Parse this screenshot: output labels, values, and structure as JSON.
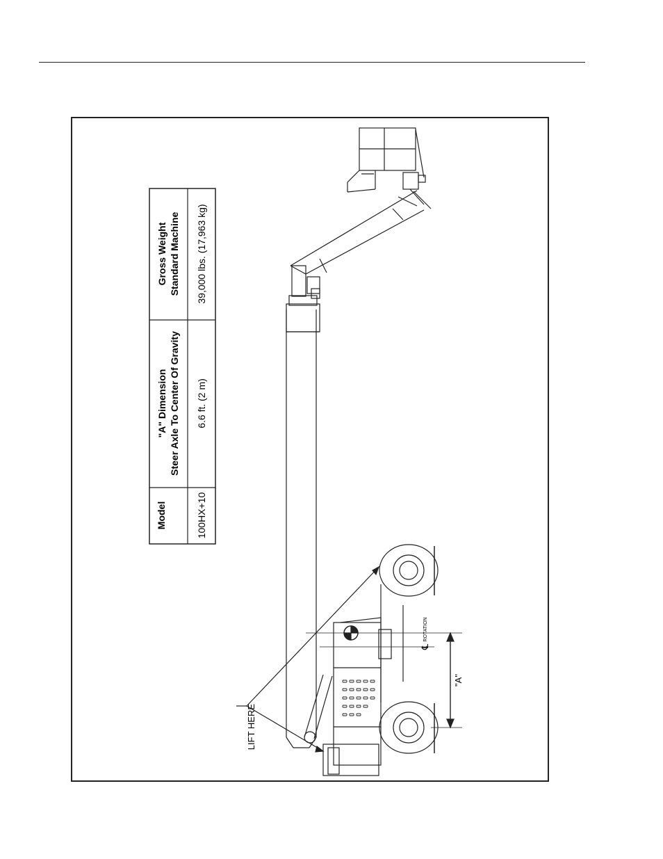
{
  "table": {
    "headers": {
      "model": "Model",
      "a_dimension_line1": "\"A\" Dimension",
      "a_dimension_line2": "Steer Axle To Center Of Gravity",
      "gross_weight_line1": "Gross Weight",
      "gross_weight_line2": "Standard Machine"
    },
    "row": {
      "model": "100HX+10",
      "a_dimension": "6.6 ft. (2 m)",
      "gross_weight": "39,000 lbs. (17,963 kg)"
    }
  },
  "labels": {
    "lift_here": "LIFT HERE",
    "centerline_symbol": "℄",
    "rotation": "ROTATION",
    "a_dimension_marker": "\"A\""
  }
}
